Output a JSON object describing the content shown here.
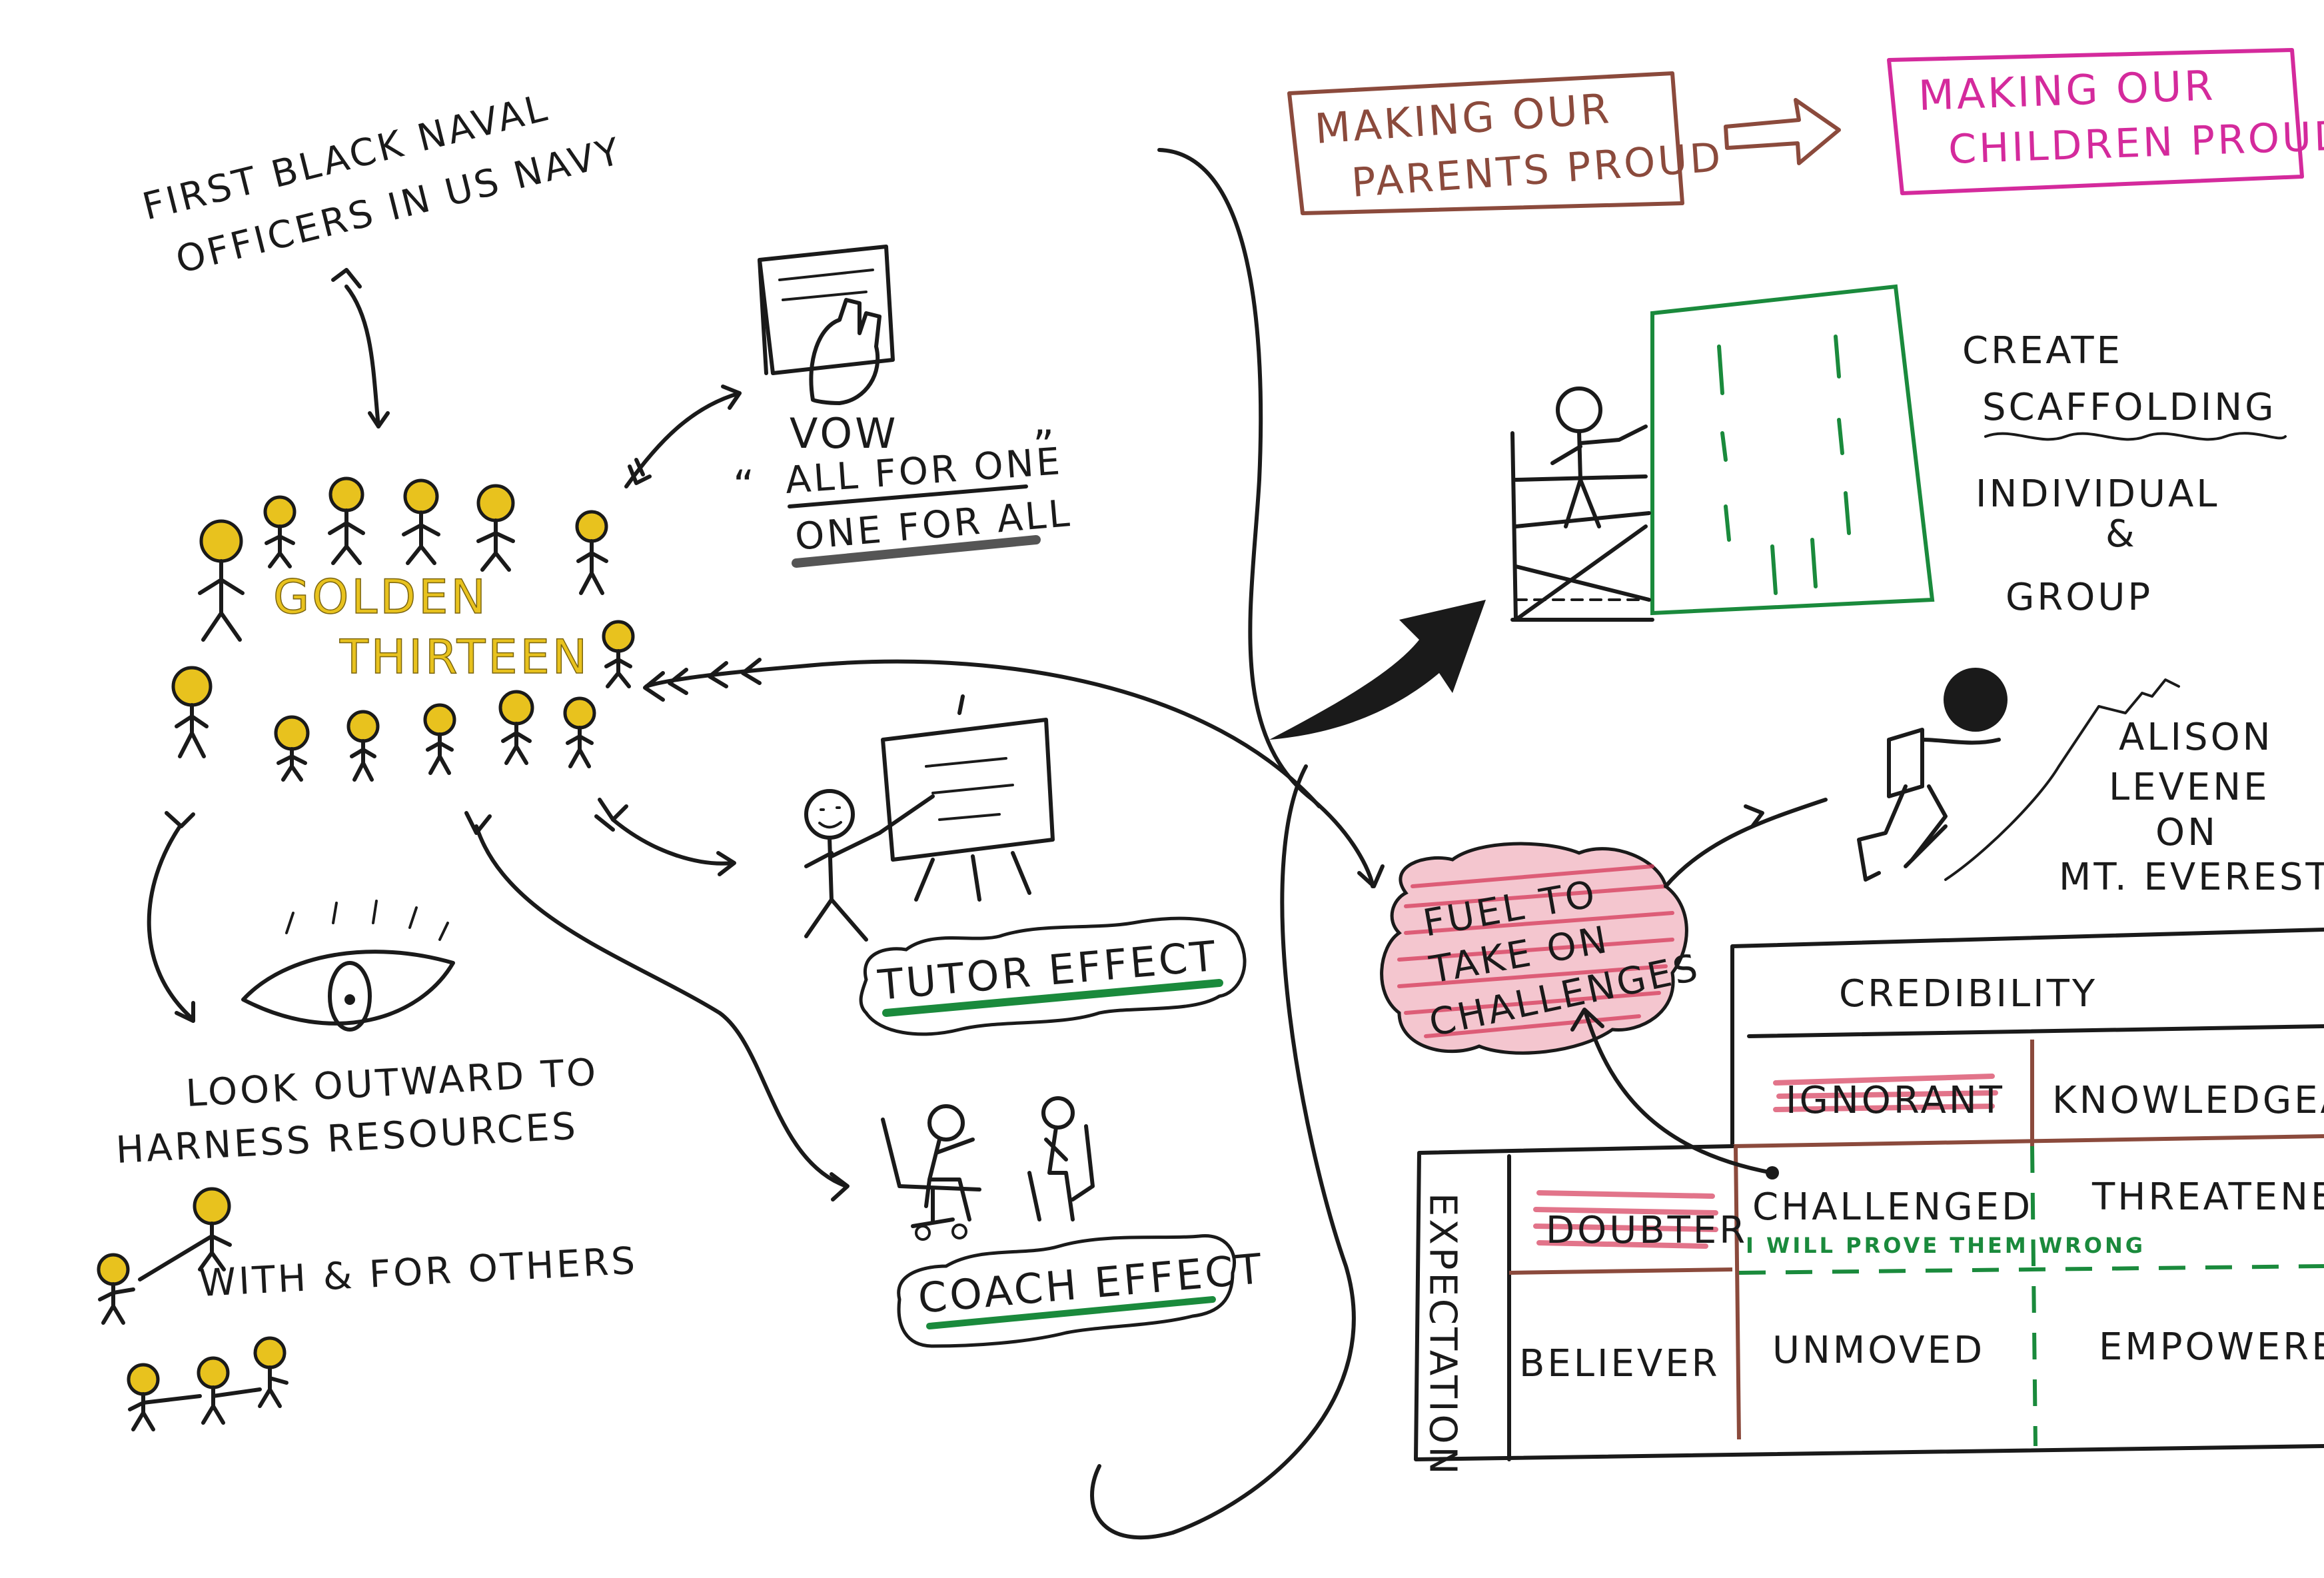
{
  "colors": {
    "ink": "#1a1a1a",
    "yellow": "#e8c21e",
    "brown": "#8b4a3c",
    "magenta": "#d42a9c",
    "green": "#1a8a3c",
    "red_hatch": "#d63a5a"
  },
  "first_officers": {
    "line1": "FIRST BLACK NAVAL",
    "line2": "OFFICERS  IN US NAVY"
  },
  "golden_thirteen": {
    "line1": "GOLDEN",
    "line2": "THIRTEEN"
  },
  "vow": {
    "title": "VOW",
    "open_quote": "“",
    "line1": "ALL FOR ONE",
    "close_quote": "”",
    "line2": "ONE FOR ALL"
  },
  "tutor_effect": "TUTOR EFFECT",
  "coach_effect": "COACH EFFECT",
  "look_outward": {
    "line1": "LOOK OUTWARD TO",
    "line2": "HARNESS   RESOURCES"
  },
  "with_for_others": "WITH & FOR OTHERS",
  "parents": {
    "line1": "MAKING OUR",
    "line2": "PARENTS PROUD"
  },
  "children": {
    "line1": "MAKING OUR",
    "line2": "CHILDREN PROUD"
  },
  "scaffolding": {
    "line1": "CREATE",
    "line2": "SCAFFOLDING",
    "line3": "INDIVIDUAL",
    "line4": "&",
    "line5": "GROUP"
  },
  "fuel": {
    "line1": "FUEL TO",
    "line2": "TAKE ON",
    "line3": "CHALLENGES"
  },
  "alison": {
    "line1": "ALISON",
    "line2": "LEVENE",
    "line3": "ON",
    "line4": "MT. EVEREST"
  },
  "matrix": {
    "credibility": "CREDIBILITY",
    "expectation": "EXPECTATION",
    "ignorant": "IGNORANT",
    "knowledgeable": "KNOWLEDGEABLE",
    "doubter": "DOUBTER",
    "believer": "BELIEVER",
    "challenged": "CHALLENGED",
    "prove_them_wrong": "I WILL PROVE THEM WRONG",
    "threatened": "THREATENED",
    "unmoved": "UNMOVED",
    "empowered": "EMPOWERED"
  }
}
